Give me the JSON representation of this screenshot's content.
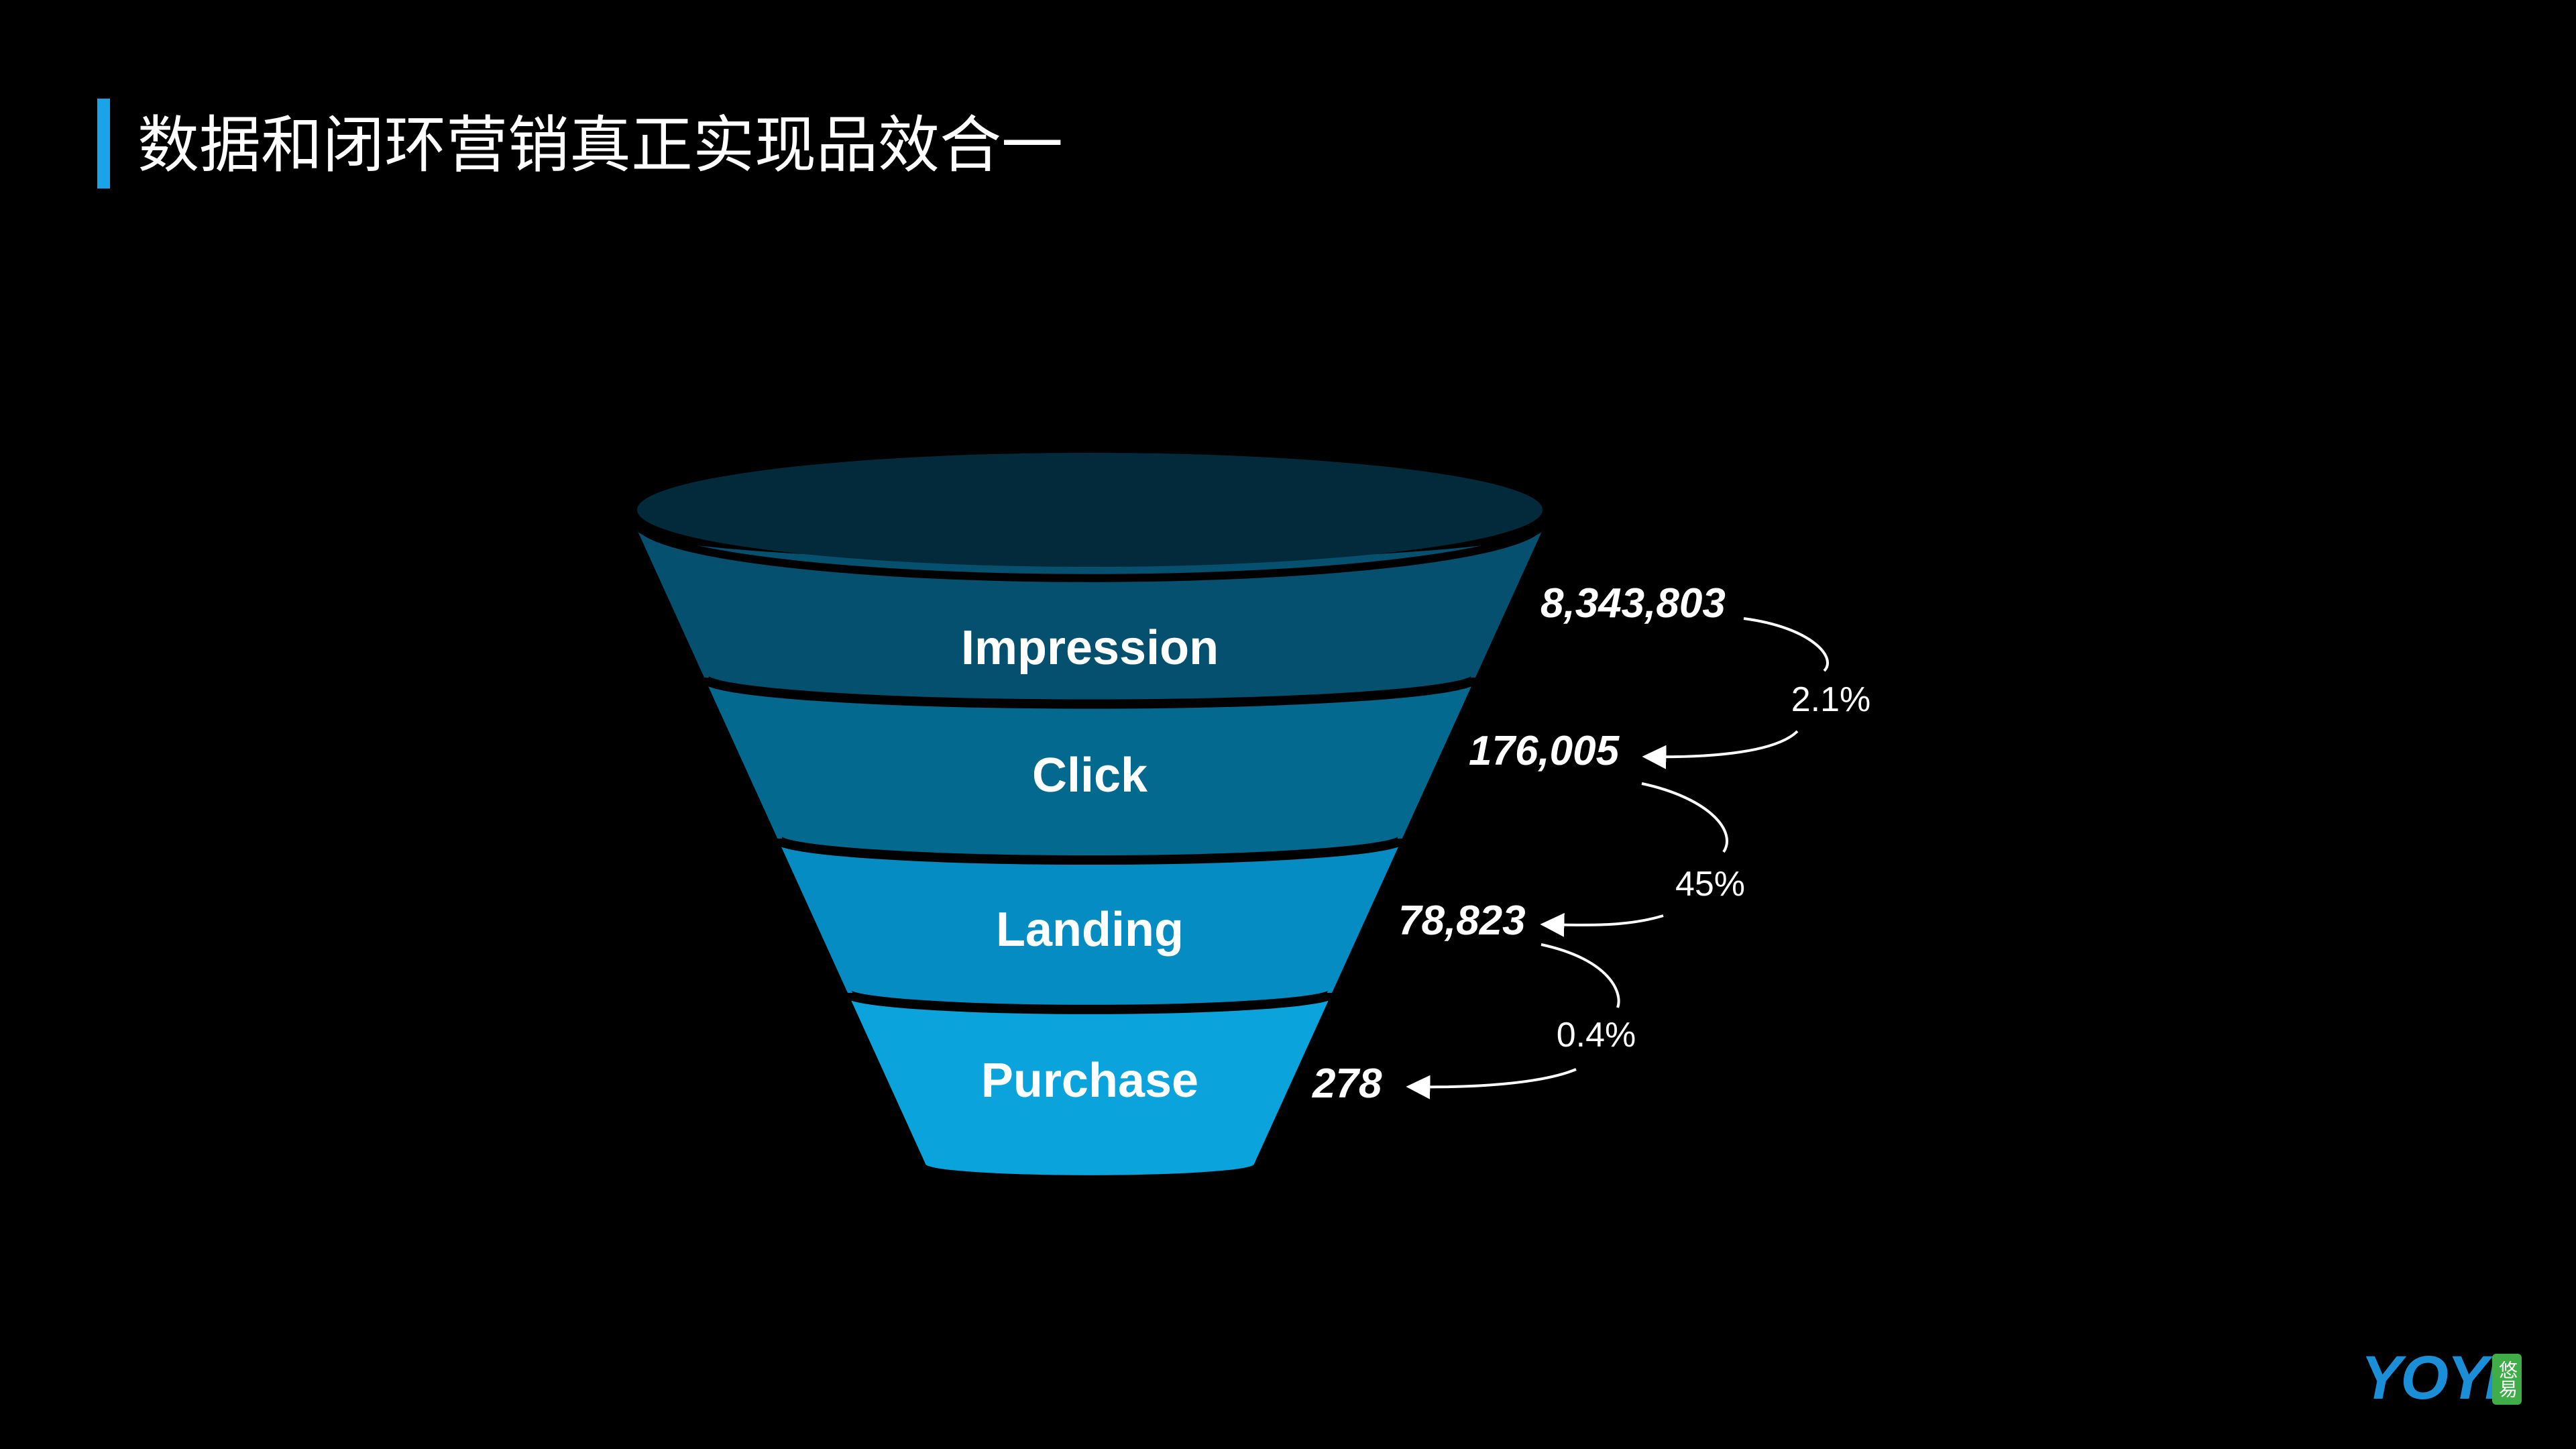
{
  "header": {
    "title": "数据和闭环营销真正实现品效合一"
  },
  "colors": {
    "accent": "#1aa3e8",
    "background": "#000000",
    "text": "#ffffff",
    "logo_blue": "#1a8fd8",
    "logo_green": "#3fae49",
    "funnel_top": "#022a3a",
    "segments": [
      "#05506f",
      "#04698f",
      "#058cc2",
      "#0aa3db"
    ]
  },
  "logo": {
    "text": "YOYi",
    "badge": "悠易"
  },
  "chart_data": {
    "type": "funnel",
    "stages": [
      {
        "label": "Impression",
        "value": "8,343,803"
      },
      {
        "label": "Click",
        "value": "176,005"
      },
      {
        "label": "Landing",
        "value": "78,823"
      },
      {
        "label": "Purchase",
        "value": "278"
      }
    ],
    "conversion_rates": [
      "2.1%",
      "45%",
      "0.4%"
    ]
  }
}
